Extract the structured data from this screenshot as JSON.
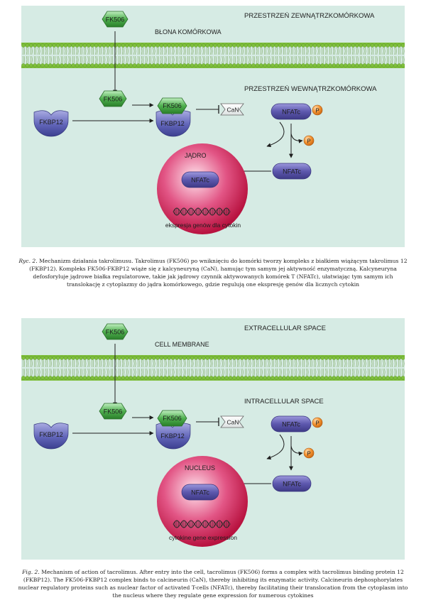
{
  "colors": {
    "background": "#d6ebe4",
    "membrane": "#7fbf3c",
    "fk506": "#3c9e3c",
    "fkbp12": "#5b5fb0",
    "nfatc": "#5b56ad",
    "phosphate": "#f08a24",
    "nucleus": "#d6245a"
  },
  "panels": [
    {
      "lang": "pl",
      "extracellular": "PRZESTRZEŃ ZEWNĄTRZKOMÓRKOWA",
      "membrane": "BŁONA KOMÓRKOWA",
      "intracellular": "PRZESTRZEŃ WEWNĄTRZKOMÓRKOWA",
      "nucleus": "JĄDRO",
      "fk506": "FK506",
      "fkbp12": "FKBP12",
      "can": "CaN",
      "nfatc": "NFATc",
      "p": "P",
      "expression": "ekspresja genów dla cytokin"
    },
    {
      "lang": "en",
      "extracellular": "EXTRACELLULAR SPACE",
      "membrane": "CELL MEMBRANE",
      "intracellular": "INTRACELLULAR SPACE",
      "nucleus": "NUCLEUS",
      "fk506": "FK506",
      "fkbp12": "FKBP12",
      "can": "CaN",
      "nfatc": "NFATc",
      "p": "P",
      "expression": "cytokine gene expression"
    }
  ],
  "captions": [
    {
      "label": "Ryc. 2.",
      "text": "Mechanizm działania takrolimusu. Takrolimus (FK506) po wniknięciu do komórki tworzy kompleks z białkiem wiążącym takrolimus 12 (FKBP12). Kompleks FK506-FKBP12 wiąże się z kalcyneuryną (CaN), hamując tym samym jej aktywność enzymatyczną. Kalcyneuryna defosforyluje jądrowe białka regulatorowe, takie jak jądrowy czynnik aktywowanych komórek T (NFATc), ułatwiając tym samym ich translokację z cytoplazmy do jądra komórkowego, gdzie regulują one ekspresję genów dla licznych cytokin"
    },
    {
      "label": "Fig. 2.",
      "text": "Mechanism of action of tacrolimus. After entry into the cell, tacrolimus (FK506) forms a complex with tacrolimus binding protein 12 (FKBP12). The FK506-FKBP12 complex binds to calcineurin (CaN), thereby inhibiting its enzymatic activity. Calcineurin dephosphorylates nuclear regulatory proteins such as nuclear factor of activated T-cells (NFATc), thereby facilitating their translocation from the cytoplasm into the nucleus where they regulate gene expression for numerous cytokines"
    }
  ]
}
